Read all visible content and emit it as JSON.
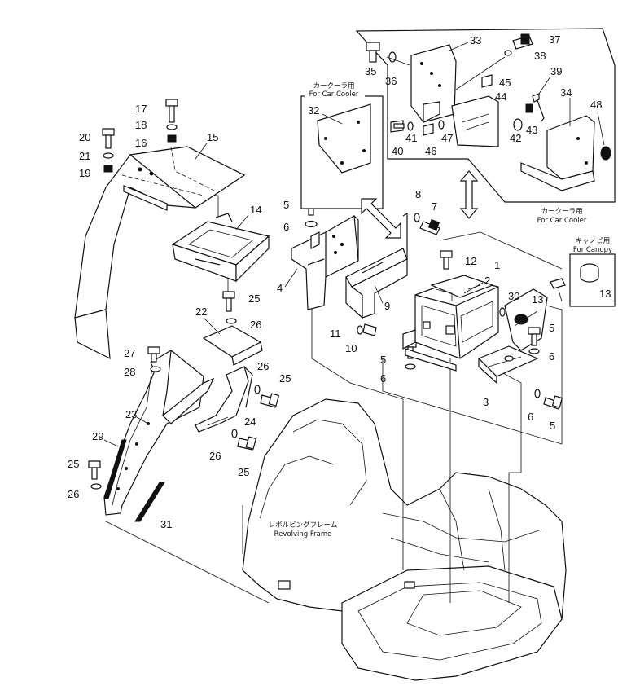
{
  "callouts": {
    "c1": "1",
    "c2": "2",
    "c3": "3",
    "c4": "4",
    "c5a": "5",
    "c5b": "5",
    "c5c": "5",
    "c5d": "5",
    "c6a": "6",
    "c6b": "6",
    "c6c": "6",
    "c6d": "6",
    "c7": "7",
    "c8": "8",
    "c9": "9",
    "c10": "10",
    "c11": "11",
    "c12": "12",
    "c13a": "13",
    "c13b": "13",
    "c14": "14",
    "c15": "15",
    "c16": "16",
    "c17": "17",
    "c18": "18",
    "c19": "19",
    "c20": "20",
    "c21": "21",
    "c22": "22",
    "c23": "23",
    "c24": "24",
    "c25a": "25",
    "c25b": "25",
    "c25c": "25",
    "c25d": "25",
    "c26a": "26",
    "c26b": "26",
    "c26c": "26",
    "c26d": "26",
    "c27": "27",
    "c28": "28",
    "c29": "29",
    "c30": "30",
    "c31": "31",
    "c32": "32",
    "c33": "33",
    "c34": "34",
    "c35": "35",
    "c36": "36",
    "c37": "37",
    "c38": "38",
    "c39": "39",
    "c40": "40",
    "c41": "41",
    "c42": "42",
    "c43": "43",
    "c44": "44",
    "c45": "45",
    "c46": "46",
    "c47": "47",
    "c48": "48"
  },
  "notes": {
    "car_cooler_left_jp": "カークーラ用",
    "car_cooler_left_en": "For Car Cooler",
    "car_cooler_right_jp": "カークーラ用",
    "car_cooler_right_en": "For Car Cooler",
    "canopy_jp": "キャノピ用",
    "canopy_en": "For Canopy",
    "frame_jp": "レボルビングフレーム",
    "frame_en": "Revolving Frame"
  }
}
